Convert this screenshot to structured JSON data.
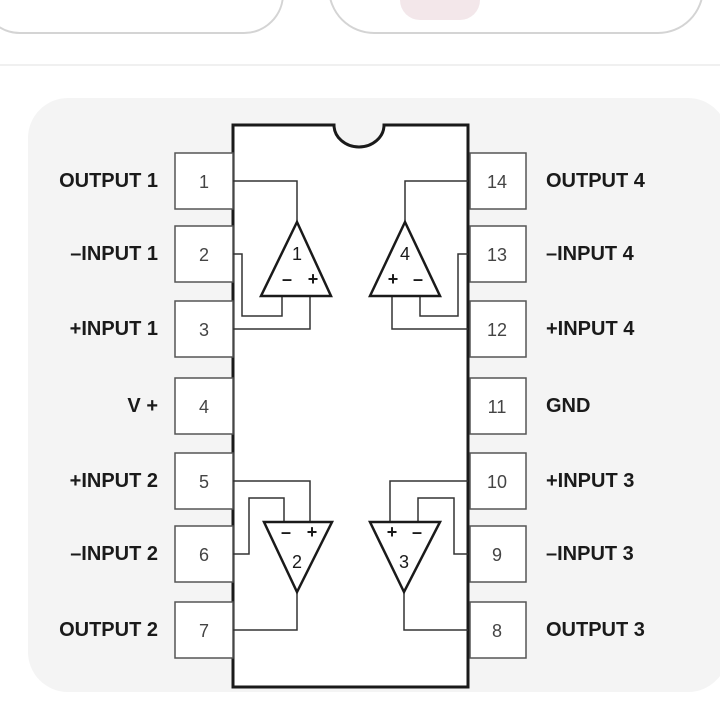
{
  "chip": {
    "pins": [
      {
        "num": "1",
        "label": "OUTPUT 1"
      },
      {
        "num": "2",
        "label": "–INPUT 1"
      },
      {
        "num": "3",
        "label": "+INPUT 1"
      },
      {
        "num": "4",
        "label": "V +"
      },
      {
        "num": "5",
        "label": "+INPUT 2"
      },
      {
        "num": "6",
        "label": "–INPUT 2"
      },
      {
        "num": "7",
        "label": "OUTPUT 2"
      },
      {
        "num": "8",
        "label": "OUTPUT 3"
      },
      {
        "num": "9",
        "label": "–INPUT 3"
      },
      {
        "num": "10",
        "label": "+INPUT 3"
      },
      {
        "num": "11",
        "label": "GND"
      },
      {
        "num": "12",
        "label": "+INPUT 4"
      },
      {
        "num": "13",
        "label": "–INPUT 4"
      },
      {
        "num": "14",
        "label": "OUTPUT 4"
      }
    ],
    "amplifiers": [
      {
        "id": "1",
        "signs": [
          "–",
          "+"
        ]
      },
      {
        "id": "2",
        "signs": [
          "–",
          "+"
        ]
      },
      {
        "id": "3",
        "signs": [
          "+",
          "–"
        ]
      },
      {
        "id": "4",
        "signs": [
          "+",
          "–"
        ]
      }
    ]
  }
}
